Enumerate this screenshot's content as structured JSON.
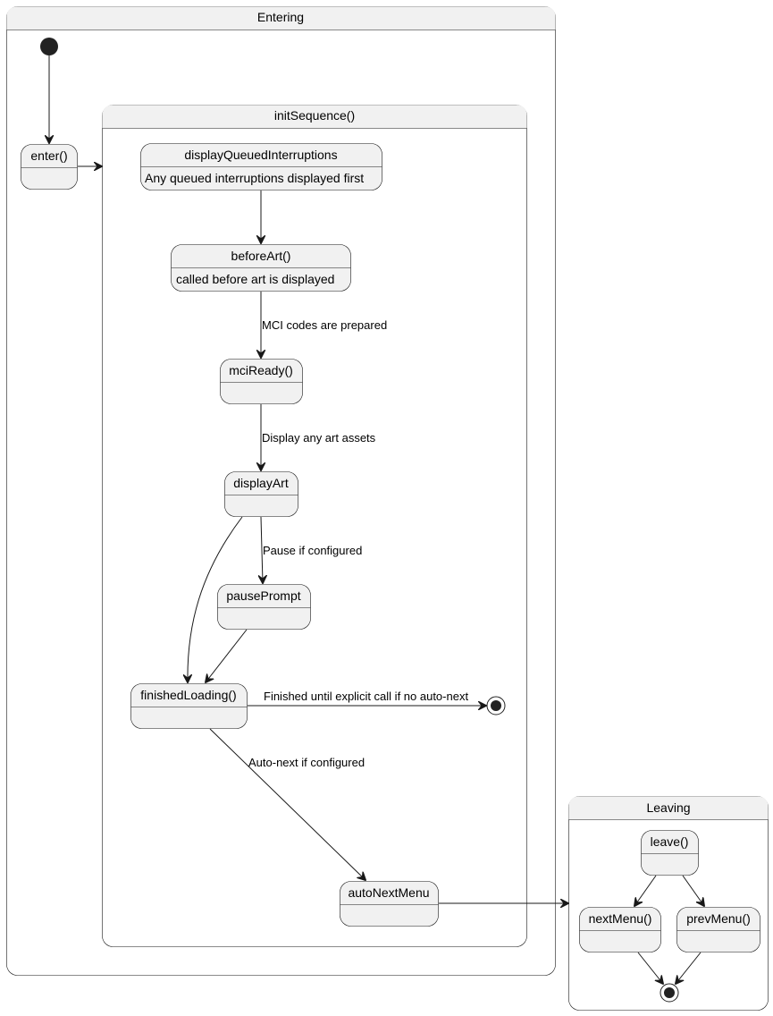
{
  "composites": {
    "entering": "Entering",
    "init_sequence": "initSequence()",
    "leaving": "Leaving"
  },
  "states": {
    "enter": "enter()",
    "display_queued": "displayQueuedInterruptions",
    "display_queued_desc": "Any queued interruptions displayed first",
    "before_art": "beforeArt()",
    "before_art_desc": "called before art is displayed",
    "mci_ready": "mciReady()",
    "display_art": "displayArt",
    "pause_prompt": "pausePrompt",
    "finished_loading": "finishedLoading()",
    "auto_next_menu": "autoNextMenu",
    "leave": "leave()",
    "next_menu": "nextMenu()",
    "prev_menu": "prevMenu()"
  },
  "transitions": {
    "mci_prepared": "MCI codes are prepared",
    "display_assets": "Display any art assets",
    "pause_configured": "Pause if configured",
    "finished_until": "Finished until explicit call if no auto-next",
    "auto_next": "Auto-next if configured"
  }
}
